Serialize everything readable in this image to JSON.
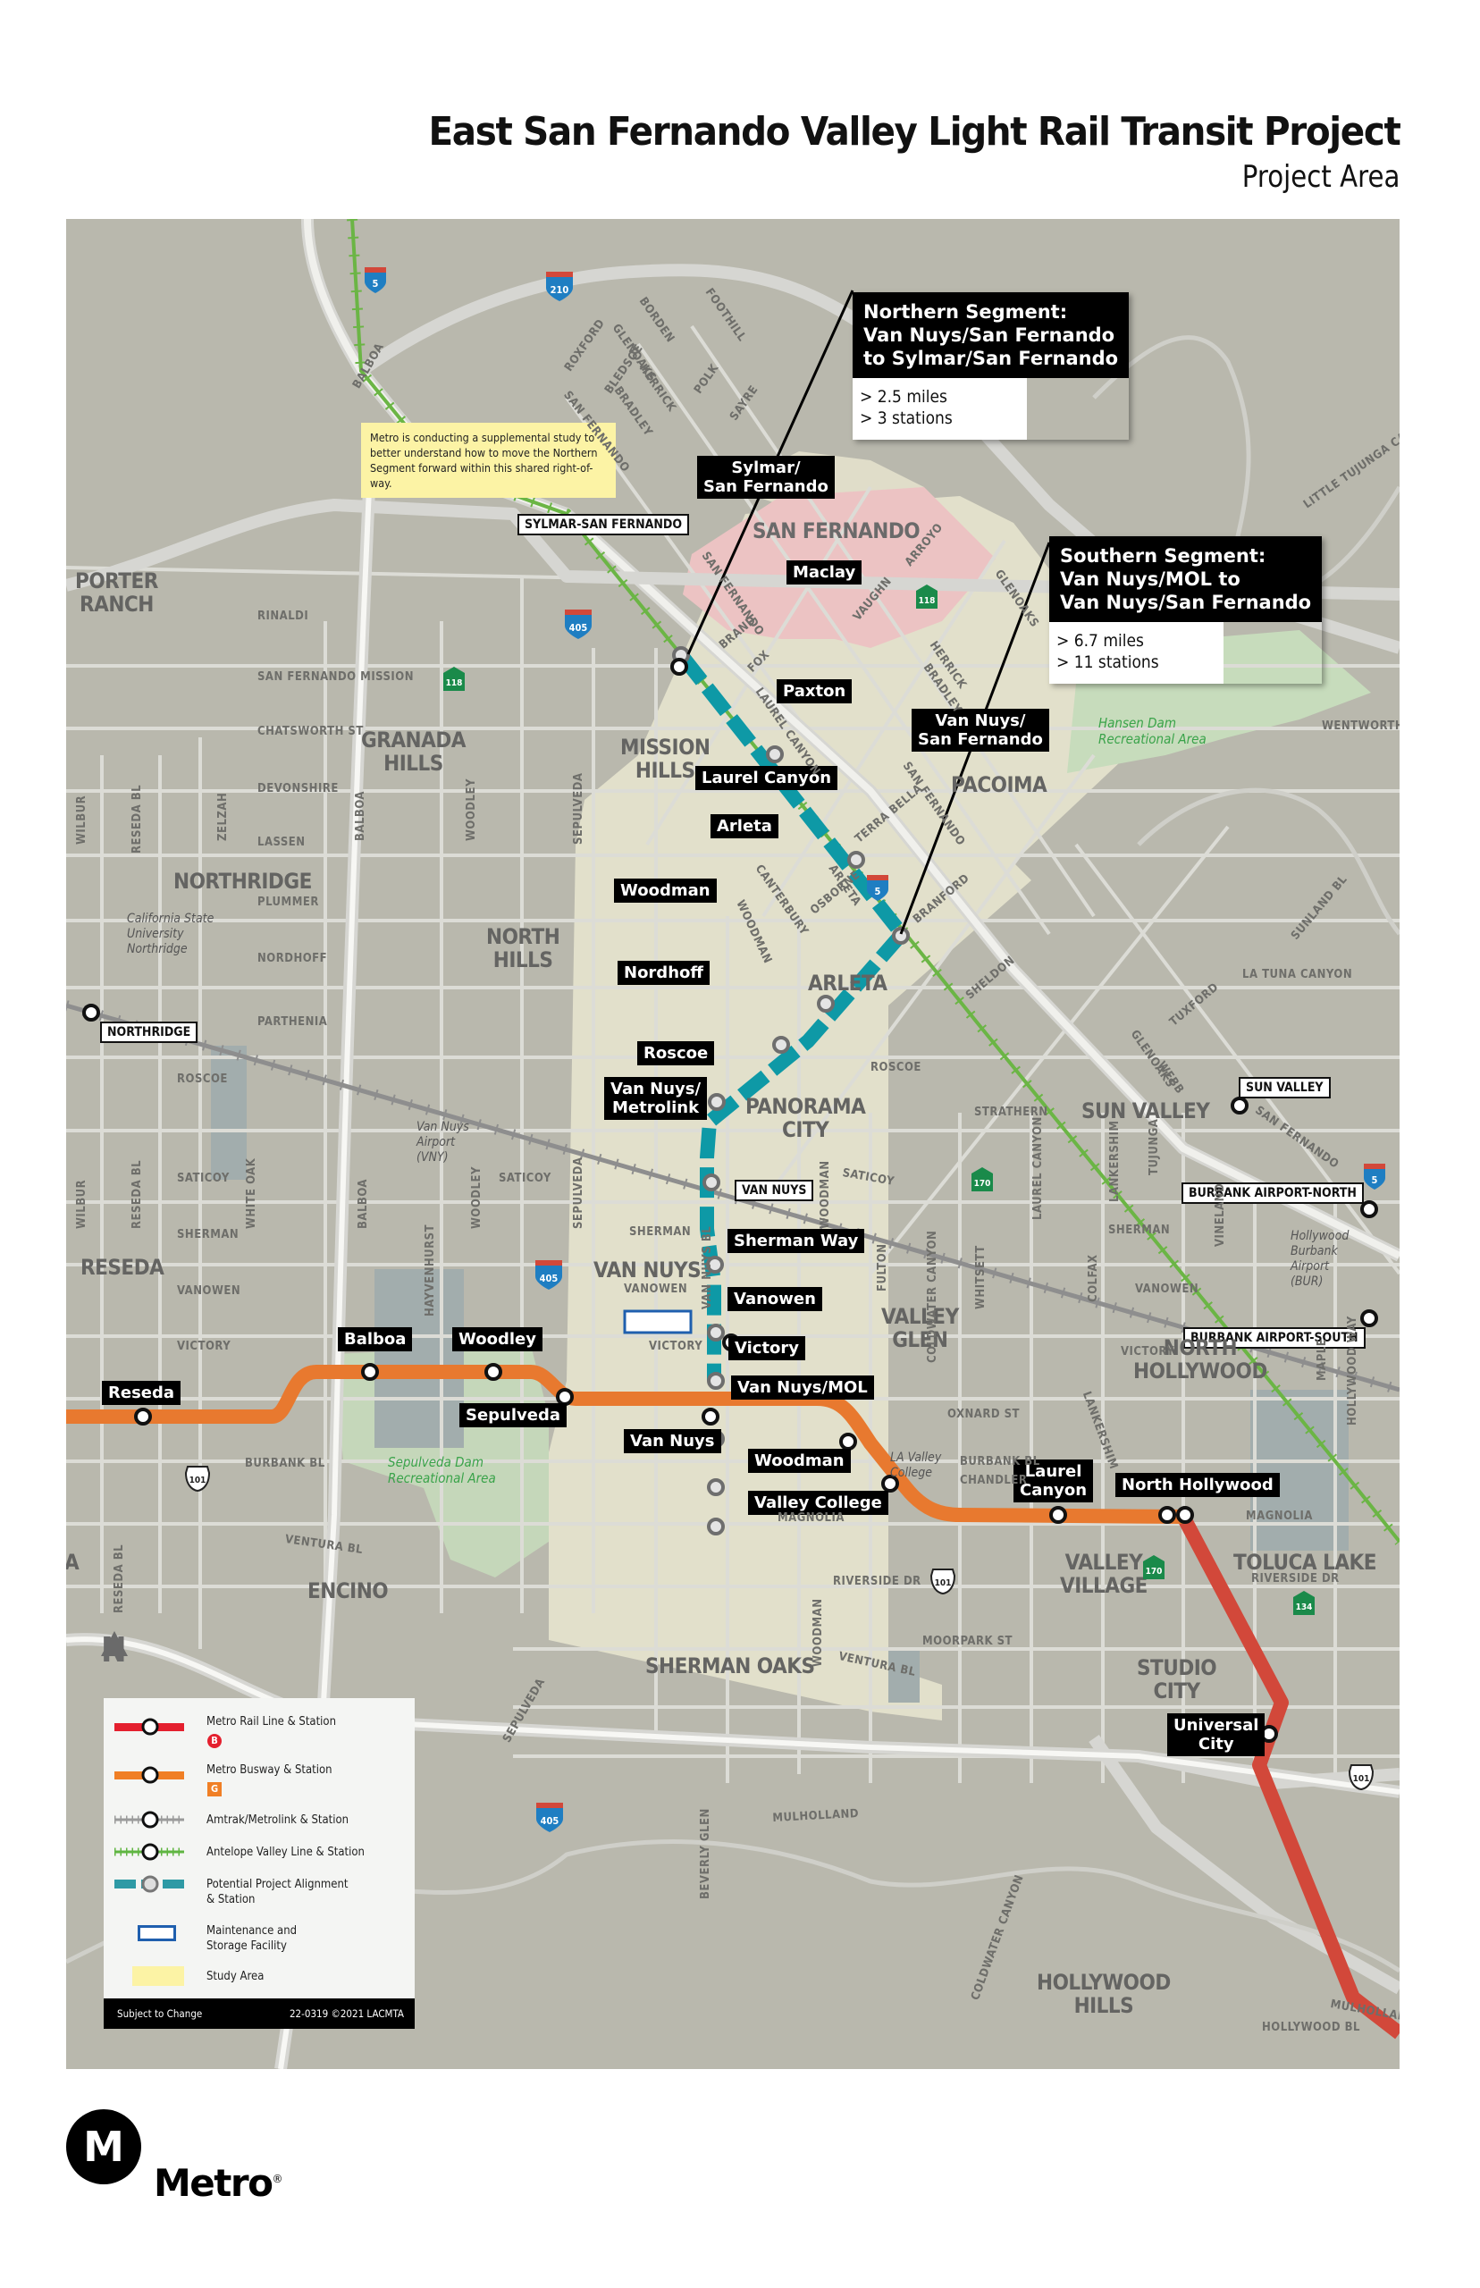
{
  "header": {
    "title": "East San Fernando Valley Light Rail Transit Project",
    "subtitle": "Project Area"
  },
  "colors": {
    "map_background": "#b9b8ad",
    "study_area": "#e4e1cc",
    "project_alignment": "#0e99a6",
    "metro_rail_b_line": "#d2483a",
    "metro_busway_g_line": "#e8792f",
    "antelope_valley_line": "#6bb545",
    "amtrak_metrolink": "#9a9a9a",
    "park": "#c7dcbc",
    "city_of_san_fernando": "#ecc3c3",
    "airport": "#a2adad"
  },
  "callouts": {
    "northern": {
      "title_lines": [
        "Northern Segment:",
        "Van Nuys/San Fernando",
        "to Sylmar/San Fernando"
      ],
      "stats": [
        "> 2.5 miles",
        "> 3 stations"
      ]
    },
    "southern": {
      "title_lines": [
        "Southern Segment:",
        "Van Nuys/MOL to",
        "Van Nuys/San Fernando"
      ],
      "stats": [
        "> 6.7 miles",
        "> 11 stations"
      ]
    }
  },
  "note": {
    "text": "Metro is conducting a supplemental study to better understand how to move the Northern Segment forward within this shared right-of-way."
  },
  "project_stations": [
    {
      "name": "Sylmar/ San Fernando",
      "l1": "Sylmar/",
      "l2": "San Fernando"
    },
    {
      "name": "Maclay"
    },
    {
      "name": "Paxton"
    },
    {
      "name": "Van Nuys/ San Fernando",
      "l1": "Van Nuys/",
      "l2": "San Fernando"
    },
    {
      "name": "Laurel Canyon"
    },
    {
      "name": "Arleta"
    },
    {
      "name": "Woodman"
    },
    {
      "name": "Nordhoff"
    },
    {
      "name": "Roscoe"
    },
    {
      "name": "Van Nuys/ Metrolink",
      "l1": "Van Nuys/",
      "l2": "Metrolink"
    },
    {
      "name": "Sherman Way"
    },
    {
      "name": "Vanowen"
    },
    {
      "name": "Victory"
    },
    {
      "name": "Van Nuys/MOL"
    }
  ],
  "g_line_stations": [
    "Reseda",
    "Balboa",
    "Woodley",
    "Sepulveda",
    "Van Nuys",
    "Woodman",
    "Valley College",
    "Laurel Canyon",
    "North Hollywood"
  ],
  "b_line_stations": [
    "North Hollywood",
    "Universal City"
  ],
  "b_line_universal": {
    "l1": "Universal",
    "l2": "City"
  },
  "g_line_laurel": {
    "l1": "Laurel",
    "l2": "Canyon"
  },
  "rail_stations": [
    "SYLMAR-SAN FERNANDO",
    "NORTHRIDGE",
    "VAN NUYS",
    "SUN VALLEY",
    "BURBANK AIRPORT-NORTH",
    "BURBANK AIRPORT-SOUTH"
  ],
  "neighborhoods": {
    "porter_ranch": [
      "PORTER",
      "RANCH"
    ],
    "granada_hills": [
      "GRANADA",
      "HILLS"
    ],
    "northridge": [
      "NORTHRIDGE"
    ],
    "north_hills": [
      "NORTH",
      "HILLS"
    ],
    "mission_hills": [
      "MISSION",
      "HILLS"
    ],
    "san_fernando": [
      "SAN FERNANDO"
    ],
    "pacoima": [
      "PACOIMA"
    ],
    "arleta": [
      "ARLETA"
    ],
    "panorama_city": [
      "PANORAMA",
      "CITY"
    ],
    "sun_valley": [
      "SUN VALLEY"
    ],
    "van_nuys": [
      "VAN NUYS"
    ],
    "reseda": [
      "RESEDA"
    ],
    "valley_glen": [
      "VALLEY",
      "GLEN"
    ],
    "north_hollywood": [
      "NORTH",
      "HOLLYWOOD"
    ],
    "valley_village": [
      "VALLEY",
      "VILLAGE"
    ],
    "toluca_lake": [
      "TOLUCA LAKE"
    ],
    "encino": [
      "ENCINO"
    ],
    "sherman_oaks": [
      "SHERMAN OAKS"
    ],
    "studio_city": [
      "STUDIO",
      "CITY"
    ],
    "hollywood_hills": [
      "HOLLYWOOD",
      "HILLS"
    ],
    "edge_a": [
      "A"
    ]
  },
  "pois": {
    "csun": [
      "California State",
      "University",
      "Northridge"
    ],
    "vny": [
      "Van Nuys",
      "Airport",
      "(VNY)"
    ],
    "bur": [
      "Hollywood",
      "Burbank",
      "Airport",
      "(BUR)"
    ],
    "lavc": [
      "LA Valley",
      "College"
    ]
  },
  "parks": {
    "hansen": [
      "Hansen Dam",
      "Recreational Area"
    ],
    "sepulveda": [
      "Sepulveda Dam",
      "Recreational Area"
    ]
  },
  "streets_h": [
    "RINALDI",
    "SAN FERNANDO MISSION",
    "CHATSWORTH ST",
    "DEVONSHIRE",
    "LASSEN",
    "PLUMMER",
    "NORDHOFF",
    "PARTHENIA",
    "ROSCOE",
    "SATICOY",
    "SATICOY",
    "SHERMAN",
    "VANOWEN",
    "VICTORY",
    "BURBANK BL",
    "VENTURA BL",
    "ROSCOE",
    "STRATHERN",
    "SATICOY",
    "SHERMAN",
    "VANOWEN",
    "VICTORY",
    "SHERMAN",
    "VANOWEN",
    "VICTORY",
    "OXNARD ST",
    "BURBANK BL",
    "CHANDLER",
    "MAGNOLIA",
    "RIVERSIDE DR",
    "MOORPARK ST",
    "VENTURA BL",
    "MAGNOLIA",
    "RIVERSIDE DR",
    "WENTWORTH",
    "LA TUNA CANYON",
    "MULHOLLAND",
    "MULHOLLAND",
    "HOLLYWOOD BL",
    "SHERMAN",
    "VANOWEN",
    "VICTORY",
    "BURBANK BL"
  ],
  "streets_v": [
    "WILBUR",
    "RESEDA BL",
    "ZELZAH",
    "BALBOA",
    "WOODLEY",
    "SEPULVEDA",
    "WILBUR",
    "RESEDA BL",
    "WHITE OAK",
    "BALBOA",
    "HAYVENHURST",
    "WOODLEY",
    "SEPULVEDA",
    "VAN NUYS BL",
    "WOODMAN",
    "FULTON",
    "COLDWATER CANYON",
    "WHITSETT",
    "LAUREL CANYON",
    "COLFAX",
    "LANKERSHIM",
    "TUJUNGA",
    "VINELAND",
    "HOLLYWOOD WAY",
    "MAPLE",
    "WOODMAN",
    "RESEDA BL",
    "BEVERLY GLEN",
    "COLDWATER CANYON",
    "SEPULVEDA"
  ],
  "streets_diag": [
    "BALBOA",
    "ROXFORD",
    "BORDEN",
    "GLENOAKS",
    "FOOTHILL",
    "BLEDSOE",
    "HERRICK",
    "BRADLEY",
    "SAN FERNANDO",
    "POLK",
    "SAYRE",
    "SAN FERNANDO",
    "BRAND",
    "FOX",
    "LAUREL CANYON",
    "VAUGHN",
    "ARROYO",
    "HERRICK",
    "BRADLEY",
    "SAN FERNANDO",
    "TERRA BELLA",
    "CANTERBURY",
    "WOODMAN",
    "ARLETA",
    "OSBORNE",
    "BRANFORD",
    "GLENOAKS",
    "SHELDON",
    "TUXFORD",
    "WEBB",
    "SUNLAND BL",
    "GLENOAKS",
    "SAN FERNANDO",
    "LITTLE TUJUNGA CANYON",
    "LANKERSHIM",
    "SEPULVEDA"
  ],
  "shields": {
    "interstate": [
      "5",
      "210",
      "405",
      "5",
      "405",
      "5",
      "405"
    ],
    "us": [
      "101",
      "101",
      "101"
    ],
    "state": [
      "118",
      "118",
      "170",
      "170",
      "134"
    ]
  },
  "legend": {
    "items": [
      {
        "label": "Metro Rail Line & Station",
        "badge": "B"
      },
      {
        "label": "Metro Busway & Station",
        "badge": "G"
      },
      {
        "label": "Amtrak/Metrolink & Station"
      },
      {
        "label": "Antelope Valley Line & Station"
      },
      {
        "label": "Potential Project Alignment",
        "label2": "& Station"
      },
      {
        "label": "Maintenance and",
        "label2": "Storage Facility"
      },
      {
        "label": "Study Area"
      }
    ],
    "footer_left": "Subject to Change",
    "footer_right": "22-0319 ©2021 LACMTA"
  },
  "north_arrow": "N",
  "logo": {
    "mark": "M",
    "wordmark": "Metro",
    "registered": "®"
  }
}
